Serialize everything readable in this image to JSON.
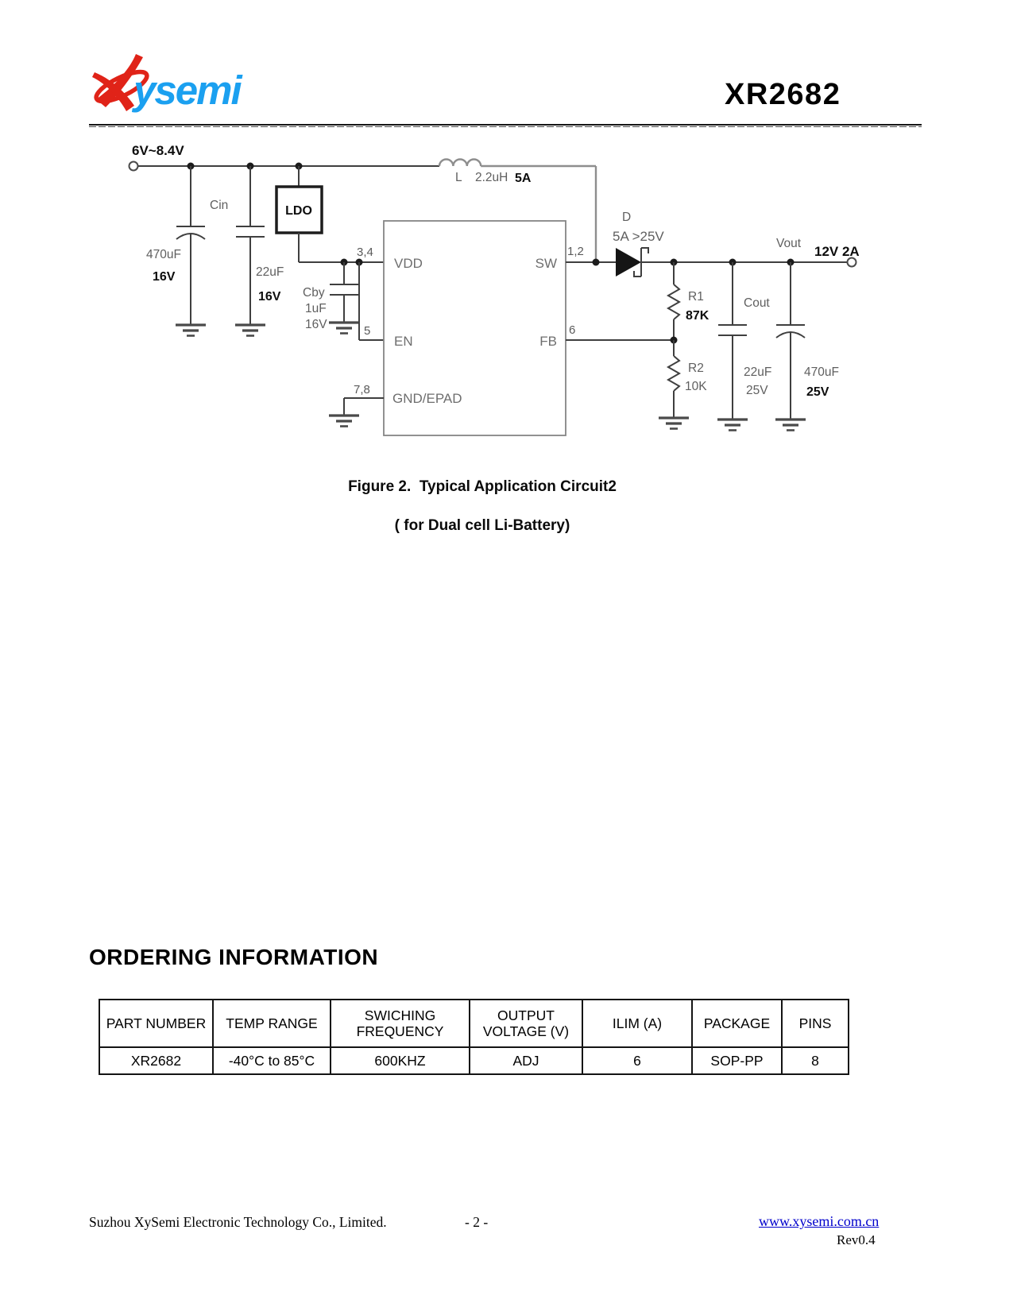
{
  "colors": {
    "logo_red": "#e02318",
    "logo_blue": "#1ba0f0",
    "link_blue": "#0000cc"
  },
  "header": {
    "logo_text": "ysemi",
    "title": "XR2682"
  },
  "circuit": {
    "vin_label": "6V~8.4V",
    "cin_label": "Cin",
    "c470_value": "470uF",
    "c470_rating": "16V",
    "c22_value": "22uF",
    "c22_rating": "16V",
    "ldo_label": "LDO",
    "cby_name": "Cby",
    "cby_value": "1uF",
    "cby_rating": "16V",
    "inductor_name": "L",
    "inductor_value": "2.2uH",
    "inductor_current": "5A",
    "pin_vdd_num": "3,4",
    "pin_vdd": "VDD",
    "pin_en_num": "5",
    "pin_en": "EN",
    "pin_gnd_num": "7,8",
    "pin_gnd": "GND/EPAD",
    "pin_sw_num": "1,2",
    "pin_sw": "SW",
    "pin_fb_num": "6",
    "pin_fb": "FB",
    "diode_name": "D",
    "diode_rating": "5A >25V",
    "r1_name": "R1",
    "r1_value": "87K",
    "r2_name": "R2",
    "r2_value": "10K",
    "cout_label": "Cout",
    "cout1_value": "22uF",
    "cout1_rating": "25V",
    "cout2_value": "470uF",
    "cout2_rating": "25V",
    "vout_label": "Vout",
    "vout_value": "12V 2A"
  },
  "figure": {
    "caption_line1": "Figure 2.  Typical Application Circuit2",
    "caption_line2": "( for Dual cell Li-Battery)"
  },
  "ordering": {
    "heading": "ORDERING INFORMATION",
    "table": {
      "headers": [
        "PART NUMBER",
        "TEMP RANGE",
        "SWICHING FREQUENCY",
        "OUTPUT VOLTAGE (V)",
        "ILIM (A)",
        "PACKAGE",
        "PINS"
      ],
      "rows": [
        [
          "XR2682",
          "-40°C to 85°C",
          "600KHZ",
          "ADJ",
          "6",
          "SOP-PP",
          "8"
        ]
      ]
    }
  },
  "footer": {
    "company": "Suzhou XySemi Electronic Technology Co., Limited.",
    "page": "- 2 -",
    "url": "www.xysemi.com.cn",
    "rev": "Rev0.4"
  }
}
